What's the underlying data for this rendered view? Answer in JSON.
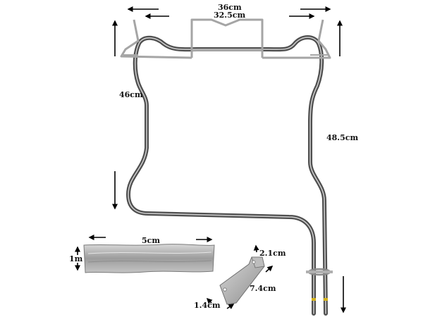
{
  "dimensions": {
    "top_outer": "36cm",
    "top_inner": "32.5cm",
    "left_height": "46cm",
    "right_height": "48.5cm",
    "foil_width": "5cm",
    "foil_height": "1m",
    "bracket_width": "2.1cm",
    "bracket_length": "7.4cm",
    "bracket_end": "1.4cm"
  },
  "colors": {
    "element": "#5a5a5a",
    "element_highlight": "#c9c9c9",
    "bracket": "#9a9a9a",
    "foil": "#a8a8a8",
    "arrow": "#000000",
    "label": "#111111",
    "terminal_band": "#d4b21a"
  },
  "icons": {
    "arrows": "arrow-icon"
  }
}
